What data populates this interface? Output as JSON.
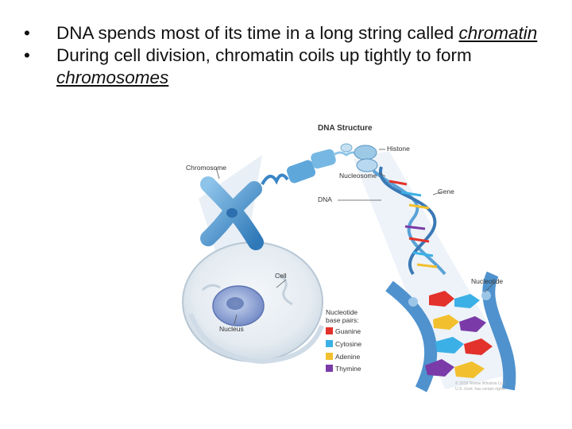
{
  "bullets": [
    {
      "text": "DNA spends most of its time in a long string called ",
      "emphasis": "chromatin"
    },
    {
      "text": "During cell division, chromatin coils up tightly to form ",
      "emphasis": "chromosomes"
    }
  ],
  "diagram": {
    "title": "DNA Structure",
    "labels": {
      "histone": "Histone",
      "chromosome": "Chromosome",
      "nucleosome": "Nucleosome",
      "gene": "Gene",
      "dna": "DNA",
      "cell": "Cell",
      "nucleotide": "Nucleotide",
      "nucleus": "Nucleus"
    },
    "legend": {
      "title_line1": "Nucleotide",
      "title_line2": "base pairs:",
      "items": [
        {
          "label": "Guanine",
          "color": "#e2322b"
        },
        {
          "label": "Cytosine",
          "color": "#3bb0e6"
        },
        {
          "label": "Adenine",
          "color": "#f2c02e"
        },
        {
          "label": "Thymine",
          "color": "#7a3aa8"
        }
      ]
    },
    "credit_line1": "© 2018 Terese Winslow LLC",
    "credit_line2": "U.S. Govt. has certain rights"
  }
}
